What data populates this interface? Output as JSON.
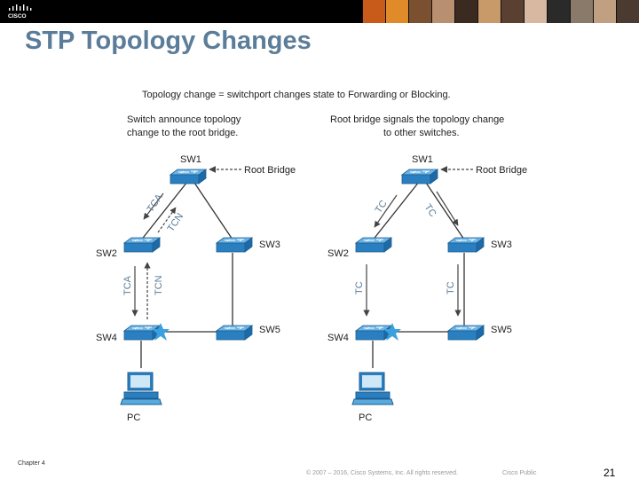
{
  "header": {
    "logo_text": "CISCO",
    "photo_strip_colors": [
      "#c85a1a",
      "#e08a2a",
      "#7a5030",
      "#b89070",
      "#3b2a20",
      "#c89a6a",
      "#5a4030",
      "#d8b8a0",
      "#2a2a2a",
      "#8a7a6a",
      "#c0a080",
      "#4a3a30"
    ]
  },
  "slide": {
    "title": "STP Topology Changes",
    "topology_note": "Topology change = switchport changes state to Forwarding or Blocking."
  },
  "left_panel": {
    "caption_line1": "Switch announce topology",
    "caption_line2": "change to the root bridge.",
    "root_bridge_label": "Root Bridge",
    "switches": [
      "SW1",
      "SW2",
      "SW3",
      "SW4",
      "SW5"
    ],
    "pc_label": "PC",
    "messages": [
      "TCA",
      "TCN",
      "TCA",
      "TCN"
    ]
  },
  "right_panel": {
    "caption_line1": "Root bridge signals the topology change",
    "caption_line2": "to other switches.",
    "root_bridge_label": "Root Bridge",
    "switches": [
      "SW1",
      "SW2",
      "SW3",
      "SW4",
      "SW5"
    ],
    "pc_label": "PC",
    "messages": [
      "TC",
      "TC",
      "TC",
      "TC"
    ]
  },
  "footer": {
    "chapter": "Chapter 4",
    "copyright": "© 2007 – 2016, Cisco Systems, Inc. All rights reserved.",
    "classification": "Cisco Public",
    "page_number": "21"
  },
  "colors": {
    "title": "#5c7d99",
    "switch_blue": "#2a7fc0",
    "switch_top": "#5aa8dc",
    "arrow_gray": "#444444",
    "star_blue": "#3aa0e0"
  }
}
